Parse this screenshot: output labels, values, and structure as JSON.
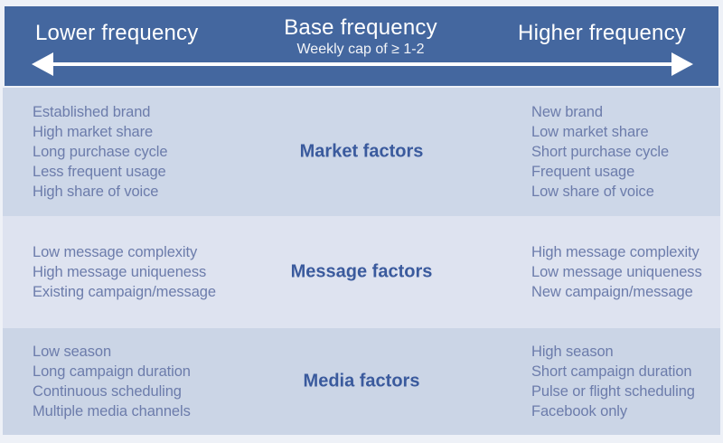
{
  "header": {
    "left_title": "Lower frequency",
    "center_title": "Base frequency",
    "center_subtitle": "Weekly cap of ≥ 1-2",
    "right_title": "Higher frequency"
  },
  "rows": [
    {
      "label": "Market factors",
      "lower": [
        "Established brand",
        "High market share",
        "Long purchase cycle",
        "Less frequent usage",
        "High share of voice"
      ],
      "higher": [
        "New brand",
        "Low market share",
        "Short purchase cycle",
        "Frequent usage",
        "Low share of voice"
      ]
    },
    {
      "label": "Message factors",
      "lower": [
        "Low message complexity",
        "High message uniqueness",
        "Existing campaign/message"
      ],
      "higher": [
        "High message complexity",
        "Low message uniqueness",
        "New campaign/message"
      ]
    },
    {
      "label": "Media factors",
      "lower": [
        "Low season",
        "Long campaign duration",
        "Continuous scheduling",
        "Multiple media channels"
      ],
      "higher": [
        "High season",
        "Short campaign duration",
        "Pulse or flight scheduling",
        "Facebook only"
      ]
    }
  ],
  "colors": {
    "header_band": "#44679f",
    "header_text": "#ffffff",
    "arrow": "#ffffff",
    "row_bg_market": "#cdd7e8",
    "row_bg_message": "#dee3f0",
    "row_bg_media": "#cbd5e6",
    "list_text": "#6c7cab",
    "label_text": "#3a5a9d",
    "page_bg": "#eef1f7"
  }
}
